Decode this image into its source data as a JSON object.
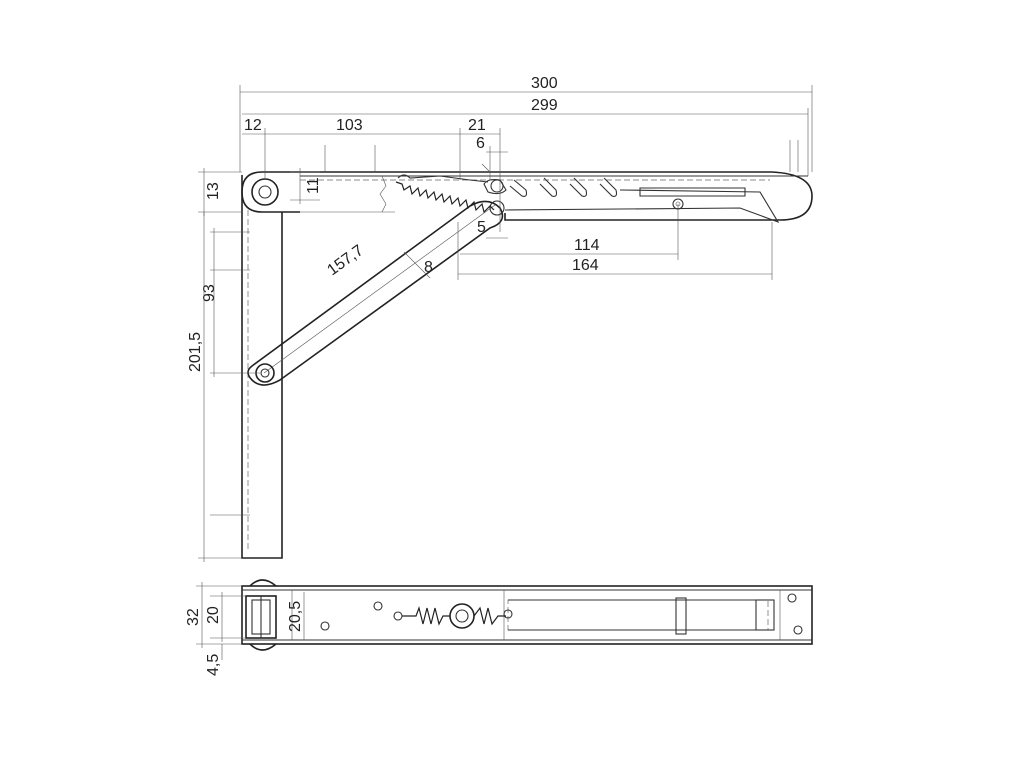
{
  "dimensions": {
    "overall_length_a": "300",
    "overall_length_b": "299",
    "pivot_offset": "12",
    "top_segment": "103",
    "slot_width": "21",
    "slot_gap": "6",
    "pin_offset": "5",
    "edge_height": "13",
    "edge_inner": "11",
    "brace_length": "157,7",
    "brace_width": "8",
    "hole_spacing": "114",
    "slot_length": "164",
    "vertical_inner": "93",
    "vertical_total": "201,5",
    "plan_width": "32",
    "plan_inner": "20",
    "plan_spring": "20,5",
    "plan_thickness": "4,5"
  }
}
